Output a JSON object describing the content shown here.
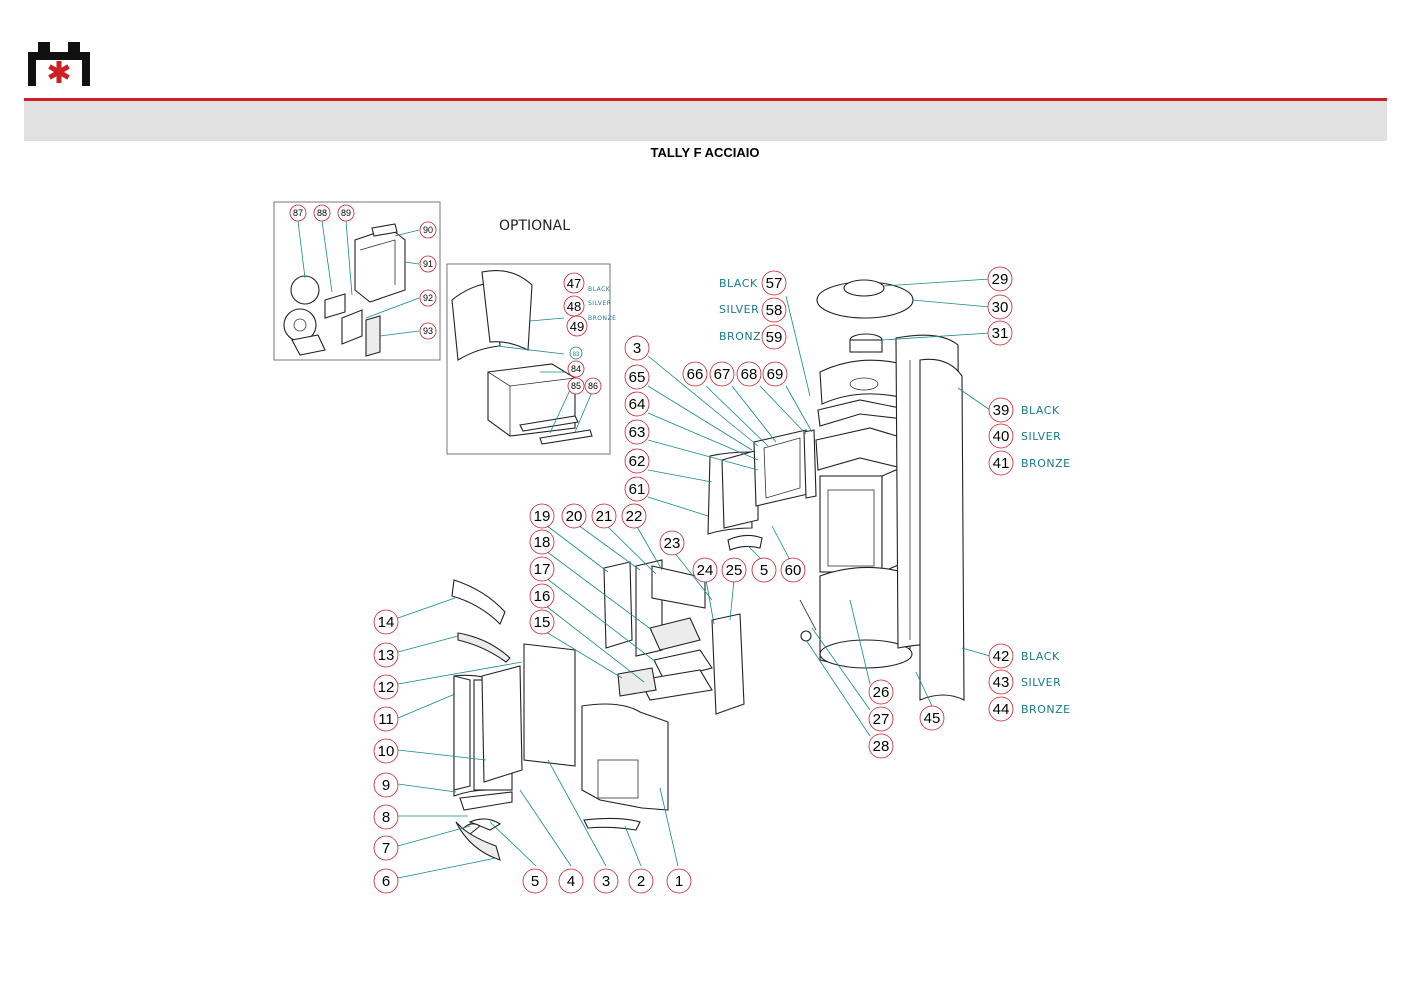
{
  "title": "TALLY F ACCIAIO",
  "optional_label": "OPTIONAL",
  "colors": {
    "brand_red": "#cc1f26",
    "band_grey": "#e1e1e1",
    "callout_ring": "#c8202a",
    "leader_teal": "#138a8a",
    "label_teal": "#1a7a8a"
  },
  "callouts": {
    "p1": "1",
    "p2": "2",
    "p3a": "3",
    "p3b": "3",
    "p4": "4",
    "p5a": "5",
    "p5b": "5",
    "p6": "6",
    "p7": "7",
    "p8": "8",
    "p9": "9",
    "p10": "10",
    "p11": "11",
    "p12": "12",
    "p13": "13",
    "p14": "14",
    "p15": "15",
    "p16": "16",
    "p17": "17",
    "p18": "18",
    "p19": "19",
    "p20": "20",
    "p21": "21",
    "p22": "22",
    "p23": "23",
    "p24": "24",
    "p25": "25",
    "p26": "26",
    "p27": "27",
    "p28": "28",
    "p29": "29",
    "p30": "30",
    "p31": "31",
    "p39": "39",
    "p40": "40",
    "p41": "41",
    "p42": "42",
    "p43": "43",
    "p44": "44",
    "p45": "45",
    "p47": "47",
    "p48": "48",
    "p49": "49",
    "p57": "57",
    "p58": "58",
    "p59": "59",
    "p60": "60",
    "p61": "61",
    "p62": "62",
    "p63": "63",
    "p64": "64",
    "p65": "65",
    "p66": "66",
    "p67": "67",
    "p68": "68",
    "p69": "69",
    "p84": "84",
    "p85": "85",
    "p86": "86",
    "p87": "87",
    "p88": "88",
    "p89": "89",
    "p90": "90",
    "p91": "91",
    "p92": "92",
    "p93": "93",
    "p83": "83"
  },
  "color_labels": {
    "black_57": "BLACK",
    "silver_58": "SILVER",
    "bronze_59": "BRONZE",
    "black_39": "BLACK",
    "silver_40": "SILVER",
    "bronze_41": "BRONZE",
    "black_42": "BLACK",
    "silver_43": "SILVER",
    "bronze_44": "BRONZE",
    "black_47": "BLACK",
    "silver_48": "SILVER",
    "bronze_49": "BRONZE"
  }
}
